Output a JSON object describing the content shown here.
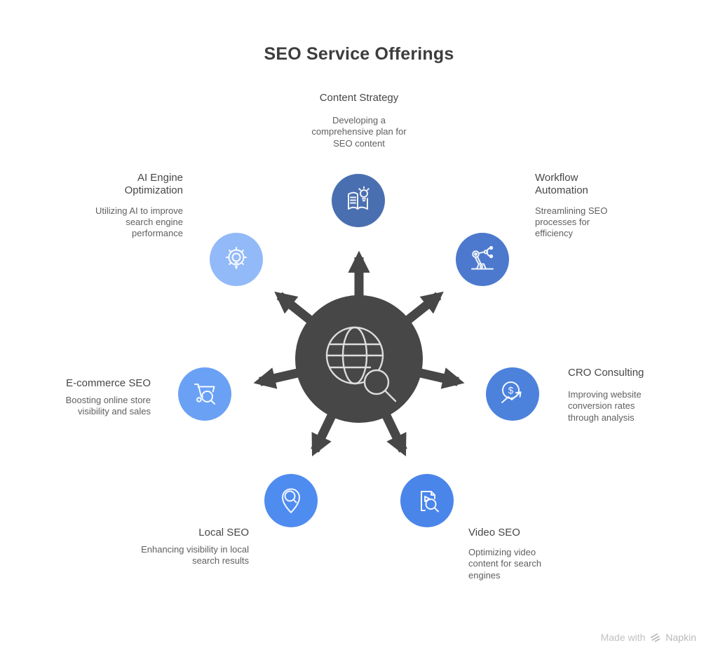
{
  "title": "SEO Service Offerings",
  "hub_color": "#474747",
  "hub_icon": "globe-search-icon",
  "nodes": [
    {
      "id": "content-strategy",
      "label": "Content Strategy",
      "description": "Developing a comprehensive plan for SEO content",
      "color": "#4a6fb1",
      "icon": "book-lightbulb-icon"
    },
    {
      "id": "workflow-automation",
      "label": "Workflow Automation",
      "description": "Streamlining SEO processes for efficiency",
      "color": "#4c79ce",
      "icon": "robot-arm-icon"
    },
    {
      "id": "cro-consulting",
      "label": "CRO Consulting",
      "description": "Improving website conversion rates through analysis",
      "color": "#4c82dc",
      "icon": "dollar-growth-icon"
    },
    {
      "id": "video-seo",
      "label": "Video SEO",
      "description": "Optimizing video content for search engines",
      "color": "#4a85ea",
      "icon": "video-search-icon"
    },
    {
      "id": "local-seo",
      "label": "Local SEO",
      "description": "Enhancing visibility in local search results",
      "color": "#4f8cf0",
      "icon": "location-search-icon"
    },
    {
      "id": "e-commerce-seo",
      "label": "E-commerce SEO",
      "description": "Boosting online store visibility and sales",
      "color": "#6aa1f5",
      "icon": "cart-search-icon"
    },
    {
      "id": "ai-engine-optimization",
      "label": "AI Engine Optimization",
      "description": "Utilizing AI to improve search engine performance",
      "color": "#93baf8",
      "icon": "gear-lightbulb-icon"
    }
  ],
  "watermark": {
    "text_prefix": "Made with",
    "brand": "Napkin"
  }
}
